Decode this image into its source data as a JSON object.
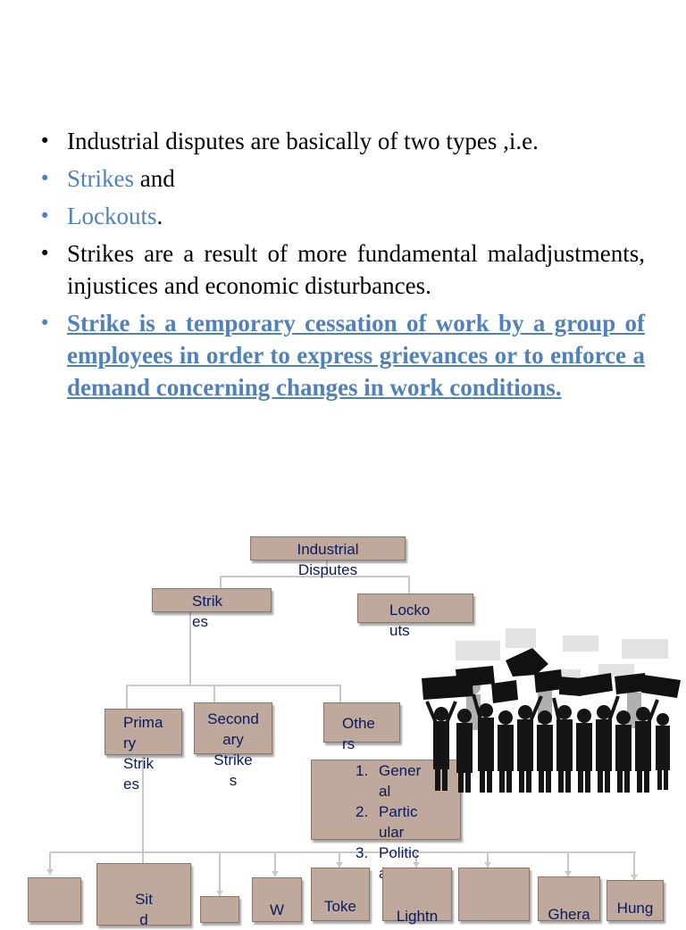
{
  "bullets": [
    {
      "pre": "Industrial disputes are basically of two types ,i.e.",
      "blue_word": "",
      "post": ""
    },
    {
      "pre": "",
      "blue_word": "Strikes",
      "post": " and"
    },
    {
      "pre": "",
      "blue_word": "Lockouts",
      "post": "."
    },
    {
      "pre": "Strikes are a result of more fundamental maladjustments, injustices and economic disturbances.",
      "blue_word": "",
      "post": ""
    },
    {
      "definition": "Strike is a temporary cessation of work by a group of employees in order to express grievances or to enforce a demand concerning changes in work conditions. "
    }
  ],
  "bullet_symbol": "•",
  "diagram": {
    "root": "Industrial\nDisputes",
    "strikes": "Strik\nes",
    "lockouts": "Locko\nuts",
    "primary": "Prima\nry\nStrik\nes",
    "secondary": "Second\nary\nStrike\ns",
    "others": "Othe\nrs",
    "others_list": [
      {
        "num": "1.",
        "text": "Gener\nal"
      },
      {
        "num": "2.",
        "text": "Partic\nular"
      },
      {
        "num": "3.",
        "text": "Politic\nal"
      }
    ],
    "bottom": [
      {
        "text": ""
      },
      {
        "text": "Sit\nd"
      },
      {
        "text": ""
      },
      {
        "text": "W"
      },
      {
        "text": "Toke"
      },
      {
        "text": "Lightn"
      },
      {
        "text": ""
      },
      {
        "text": "Ghera"
      },
      {
        "text": "Hung"
      }
    ]
  },
  "colors": {
    "accent_blue": "#4f81bd",
    "box_fill": "#bfa99c",
    "box_text": "#0b1a5a",
    "connector": "#c8c8c8"
  },
  "image": {
    "icon": "protest-crowd-icon"
  }
}
